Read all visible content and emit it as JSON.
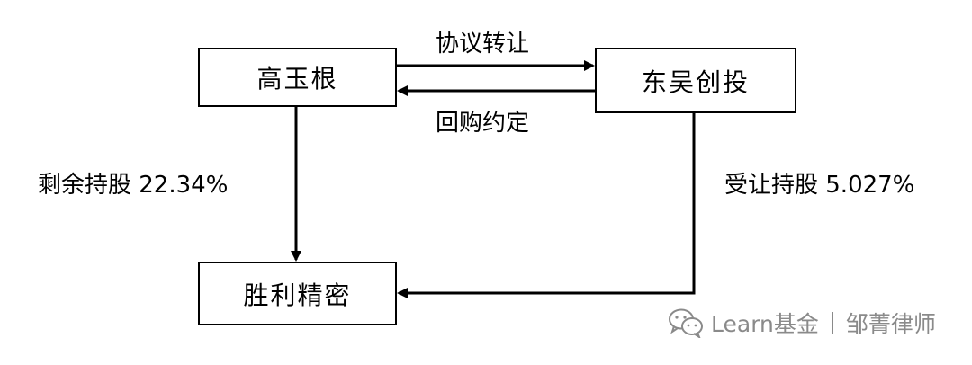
{
  "nodes": {
    "gao_yugen": "高玉根",
    "dongwu": "东吴创投",
    "shengli": "胜利精密"
  },
  "edges": {
    "transfer": "协议转让",
    "buyback": "回购约定",
    "remaining": "剩余持股 22.34%",
    "received": "受让持股 5.027%"
  },
  "watermark": {
    "source": "Learn基金",
    "author": "邹菁律师"
  },
  "colors": {
    "line": "#000000",
    "watermark": "#8a8a8a"
  }
}
